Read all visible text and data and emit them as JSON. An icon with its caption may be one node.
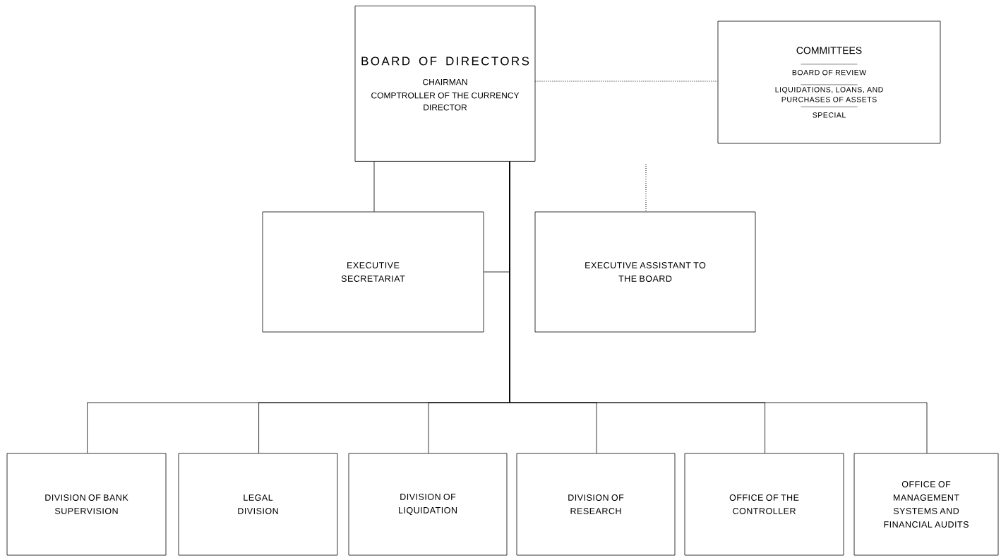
{
  "diagram": {
    "nodes": [
      {
        "text": [
          "BOARD OF DIRECTORS",
          "CHAIRMAN",
          "COMPTROLLER OF THE CURRENCY",
          "DIRECTOR"
        ]
      },
      {
        "text": [
          "COMMITTEES",
          "BOARD OF REVIEW",
          "LIQUIDATIONS, LOANS, AND PURCHASES OF ASSETS",
          "SPECIAL"
        ]
      },
      {
        "text": [
          "EXECUTIVE SECRETARIAT"
        ]
      },
      {
        "text": [
          "EXECUTIVE ASSISTANT TO THE BOARD"
        ]
      },
      {
        "text": [
          "DIVISION OF BANK SUPERVISION"
        ]
      },
      {
        "text": [
          "LEGAL DIVISION"
        ]
      },
      {
        "text": [
          "DIVISION OF LIQUIDATION"
        ]
      },
      {
        "text": [
          "DIVISION OF RESEARCH"
        ]
      },
      {
        "text": [
          "OFFICE OF THE CONTROLLER"
        ]
      },
      {
        "text": [
          "OFFICE OF MANAGEMENT SYSTEMS AND FINANCIAL AUDITS"
        ]
      }
    ],
    "edges": [
      {
        "from": 0,
        "to": 1,
        "arrow": "none",
        "style": "dashed"
      },
      {
        "from": 0,
        "to": 2,
        "arrow": "none"
      },
      {
        "from": 0,
        "to": 2,
        "arrow": "none"
      },
      {
        "from": null,
        "to": 3,
        "arrow": "none",
        "style": "dashed"
      },
      {
        "from": 0,
        "to": 4,
        "arrow": "none"
      },
      {
        "from": 0,
        "to": 5,
        "arrow": "none"
      },
      {
        "from": 0,
        "to": 6,
        "arrow": "none"
      },
      {
        "from": 0,
        "to": 7,
        "arrow": "none"
      },
      {
        "from": 0,
        "to": 8,
        "arrow": "none"
      },
      {
        "from": 0,
        "to": 9,
        "arrow": "none"
      }
    ]
  }
}
